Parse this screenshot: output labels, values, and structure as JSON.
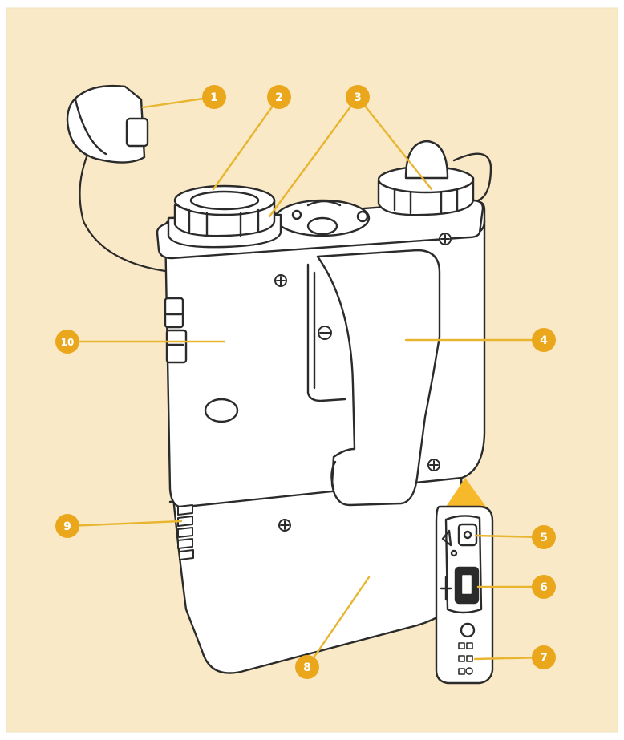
{
  "colors": {
    "background": "#fae9c6",
    "panel_border": "#f2e2be",
    "callout": "#eba71c",
    "callout_line": "#e8b530",
    "body_fill": "#ffffff",
    "outline": "#2b2b2b"
  },
  "callouts": [
    {
      "number": "1",
      "part": "end-cap"
    },
    {
      "number": "2",
      "part": "left-connector"
    },
    {
      "number": "3",
      "part": "connector-pair"
    },
    {
      "number": "4",
      "part": "belt-clip"
    },
    {
      "number": "5",
      "part": "charge-port"
    },
    {
      "number": "6",
      "part": "usb-port"
    },
    {
      "number": "7",
      "part": "indicator-leds"
    },
    {
      "number": "8",
      "part": "battery-compartment"
    },
    {
      "number": "9",
      "part": "grip-ridges"
    },
    {
      "number": "10",
      "part": "main-body"
    }
  ]
}
